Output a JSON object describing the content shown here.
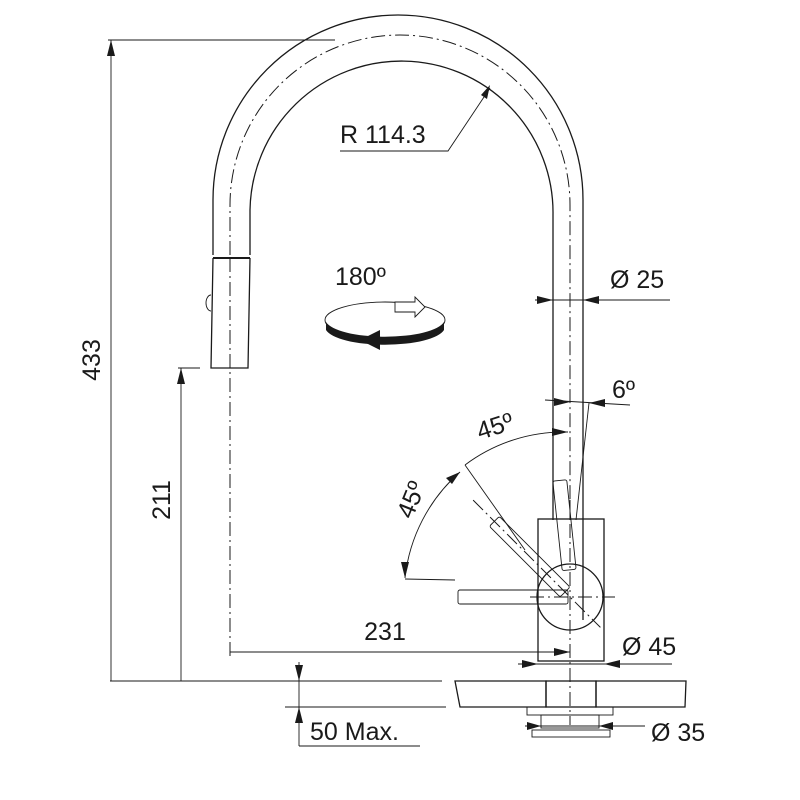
{
  "drawing": {
    "subject": "Pull-out kitchen faucet technical drawing",
    "units": "mm",
    "colors": {
      "line": "#1a1a1a",
      "background": "#ffffff",
      "countertop_fill": "#e6e6e6"
    }
  },
  "dimensions": {
    "total_height": "433",
    "spout_height": "211",
    "spout_reach": "231",
    "bend_radius": "R 114.3",
    "spout_diameter": "Ø 25",
    "body_diameter": "Ø 45",
    "hole_diameter": "Ø 35",
    "countertop_thickness": "50 Max."
  },
  "angles": {
    "rotation": "180º",
    "handle_tilt": "6º",
    "handle_upper": "45º",
    "handle_lower": "45º"
  },
  "icons": {
    "rotation": "rotate-arrow-icon"
  }
}
